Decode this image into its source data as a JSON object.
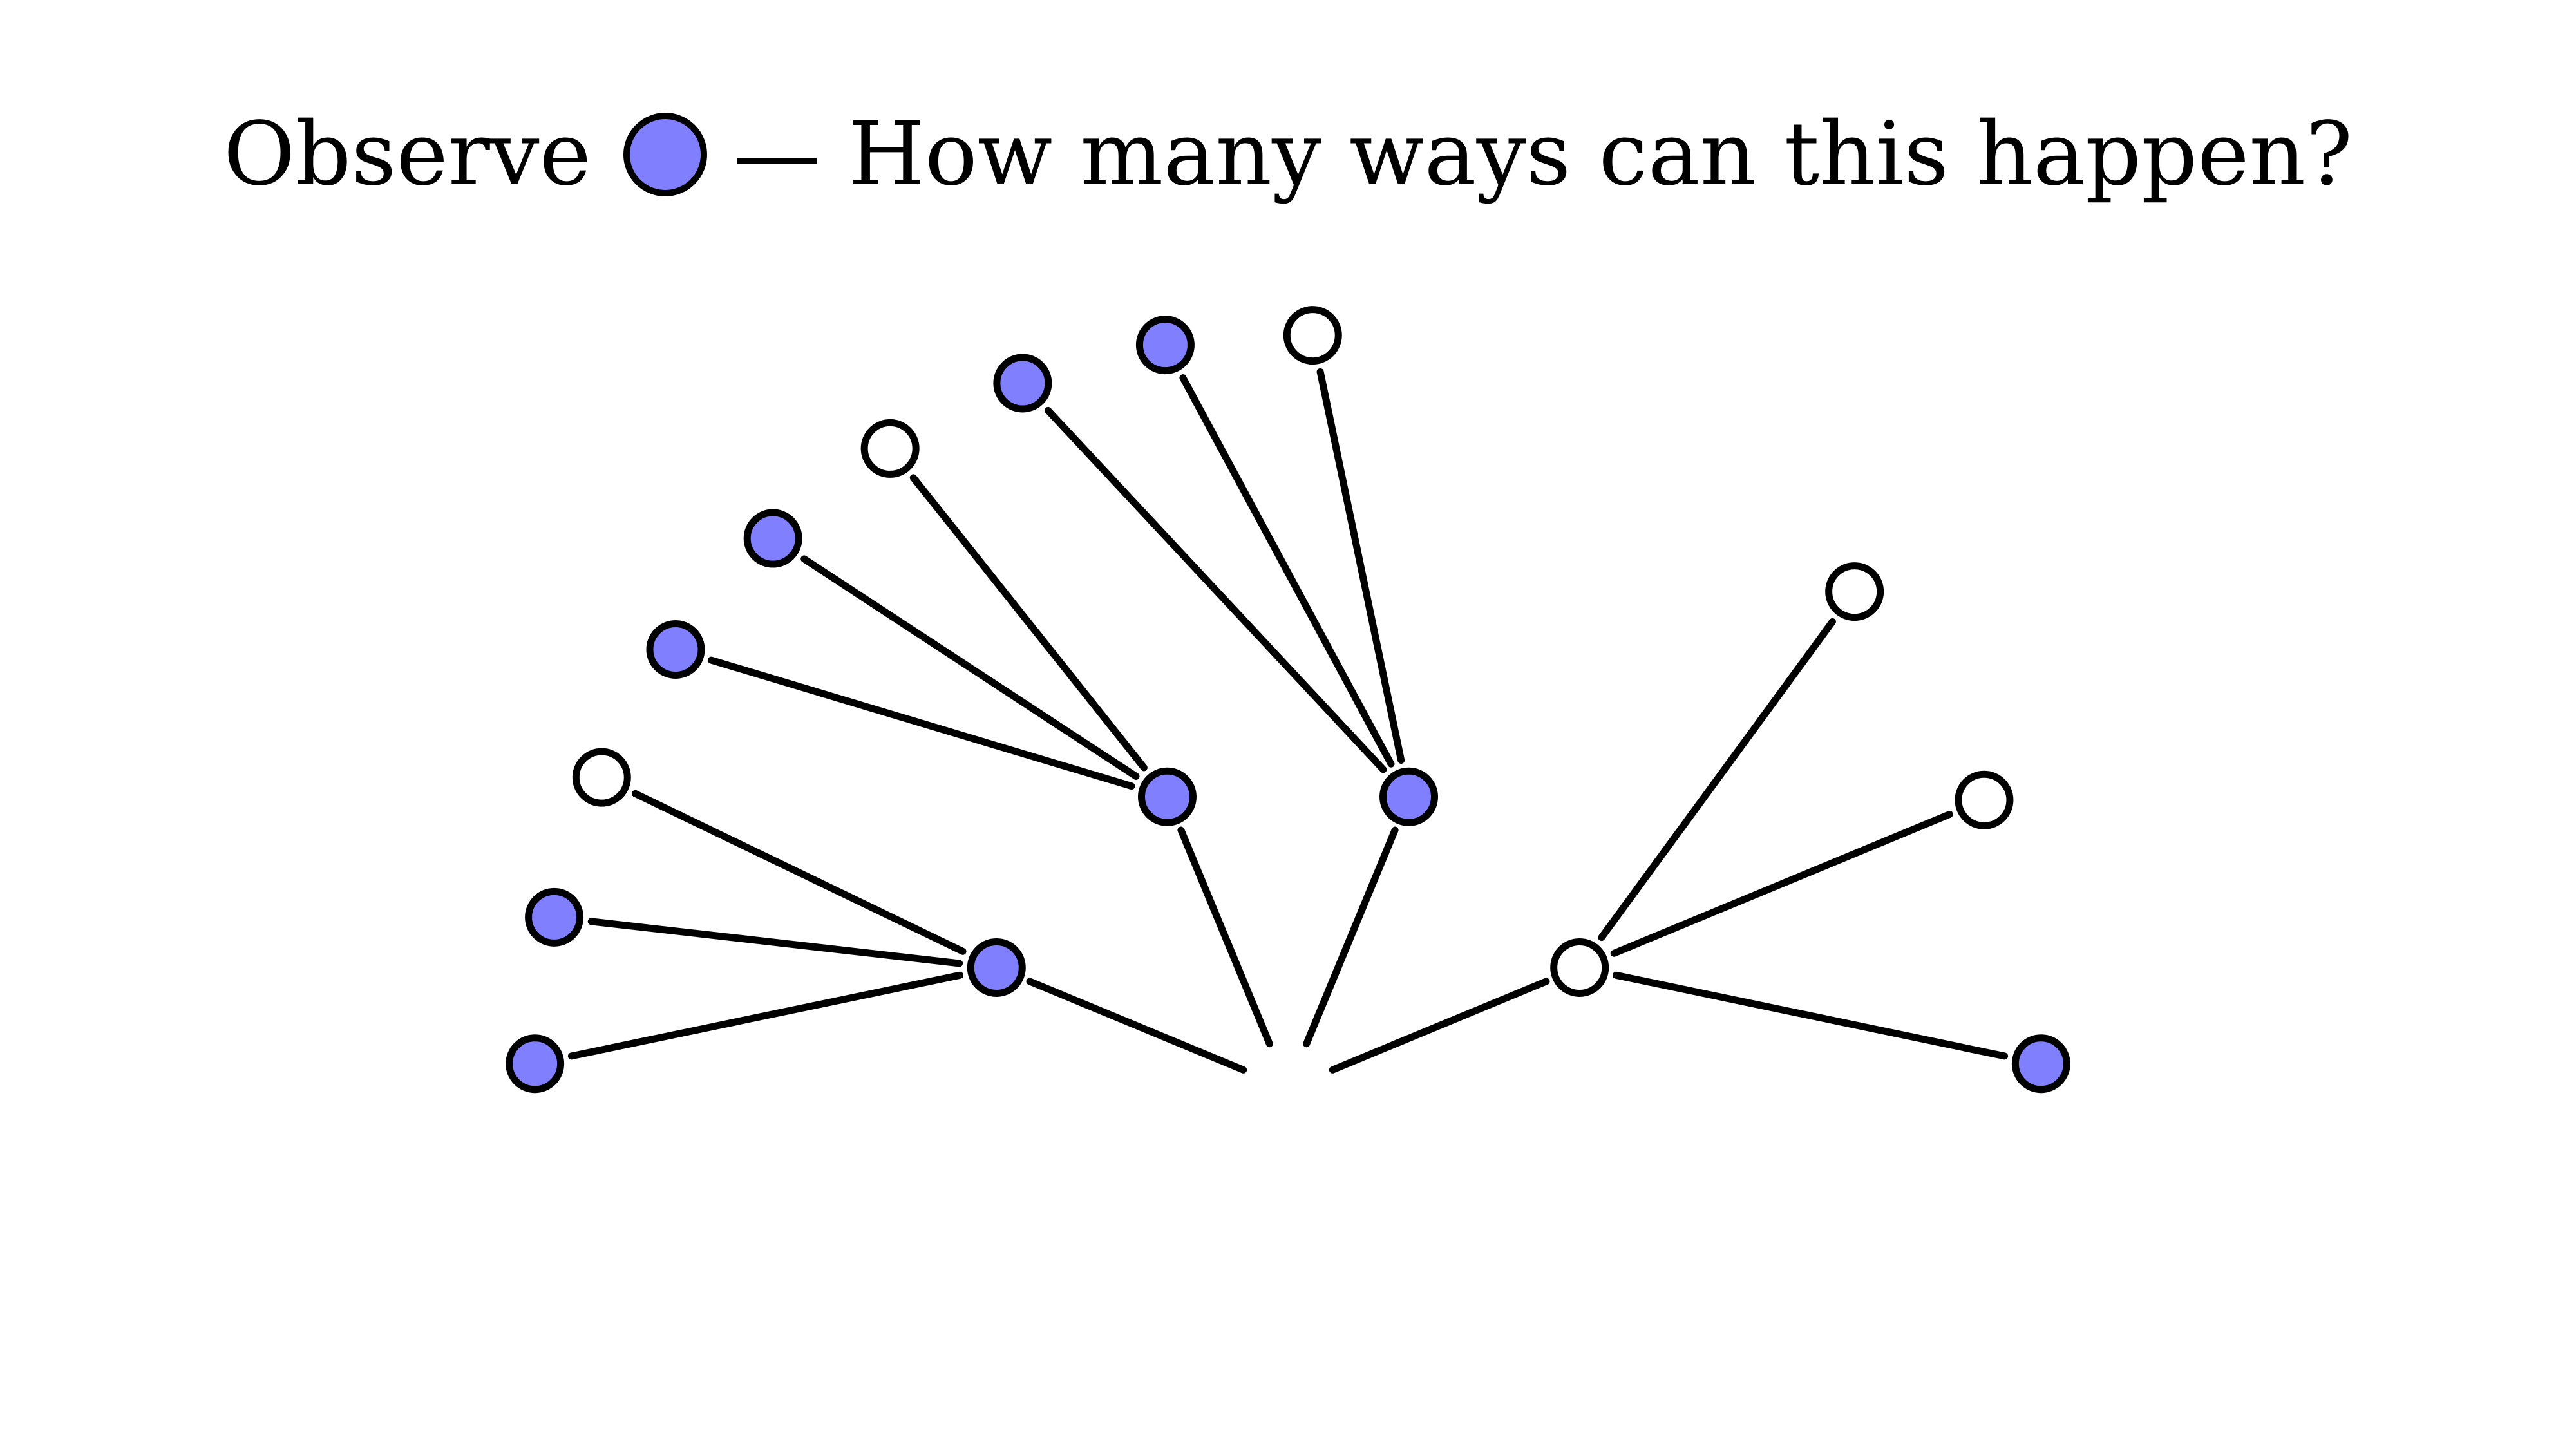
{
  "title": {
    "prefix": "Observe",
    "suffix": "— How many ways can this happen?",
    "symbol": "filled-marble"
  },
  "colors": {
    "filled": "#8080ff",
    "empty": "#ffffff",
    "stroke": "#000000"
  },
  "tree": {
    "first_draw": [
      {
        "id": "n1",
        "filled": true,
        "second_draw": [
          true,
          true,
          false
        ]
      },
      {
        "id": "n2",
        "filled": true,
        "second_draw": [
          true,
          true,
          false
        ]
      },
      {
        "id": "n3",
        "filled": true,
        "second_draw": [
          true,
          true,
          false
        ]
      },
      {
        "id": "n4",
        "filled": false,
        "second_draw": [
          false,
          false,
          true
        ]
      }
    ]
  }
}
